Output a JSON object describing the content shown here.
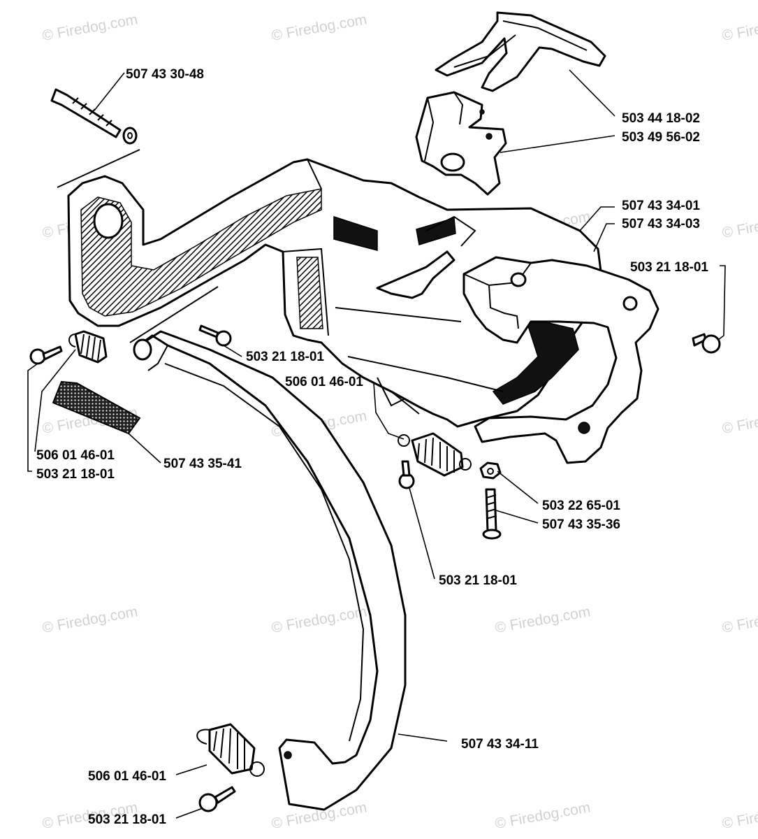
{
  "watermark": "© Firedog.com",
  "labels": [
    "507 43 30-48",
    "503 44 18-02",
    "503 49 56-02",
    "507 43 34-01",
    "507 43 34-03",
    "503 21 18-01",
    "503 21 18-01",
    "506 01 46-01",
    "506 01 46-01",
    "503 21 18-01",
    "507 43 35-41",
    "503 22 65-01",
    "507 43 35-36",
    "503 21 18-01",
    "507 43 34-11",
    "506 01 46-01",
    "503 21 18-01"
  ]
}
